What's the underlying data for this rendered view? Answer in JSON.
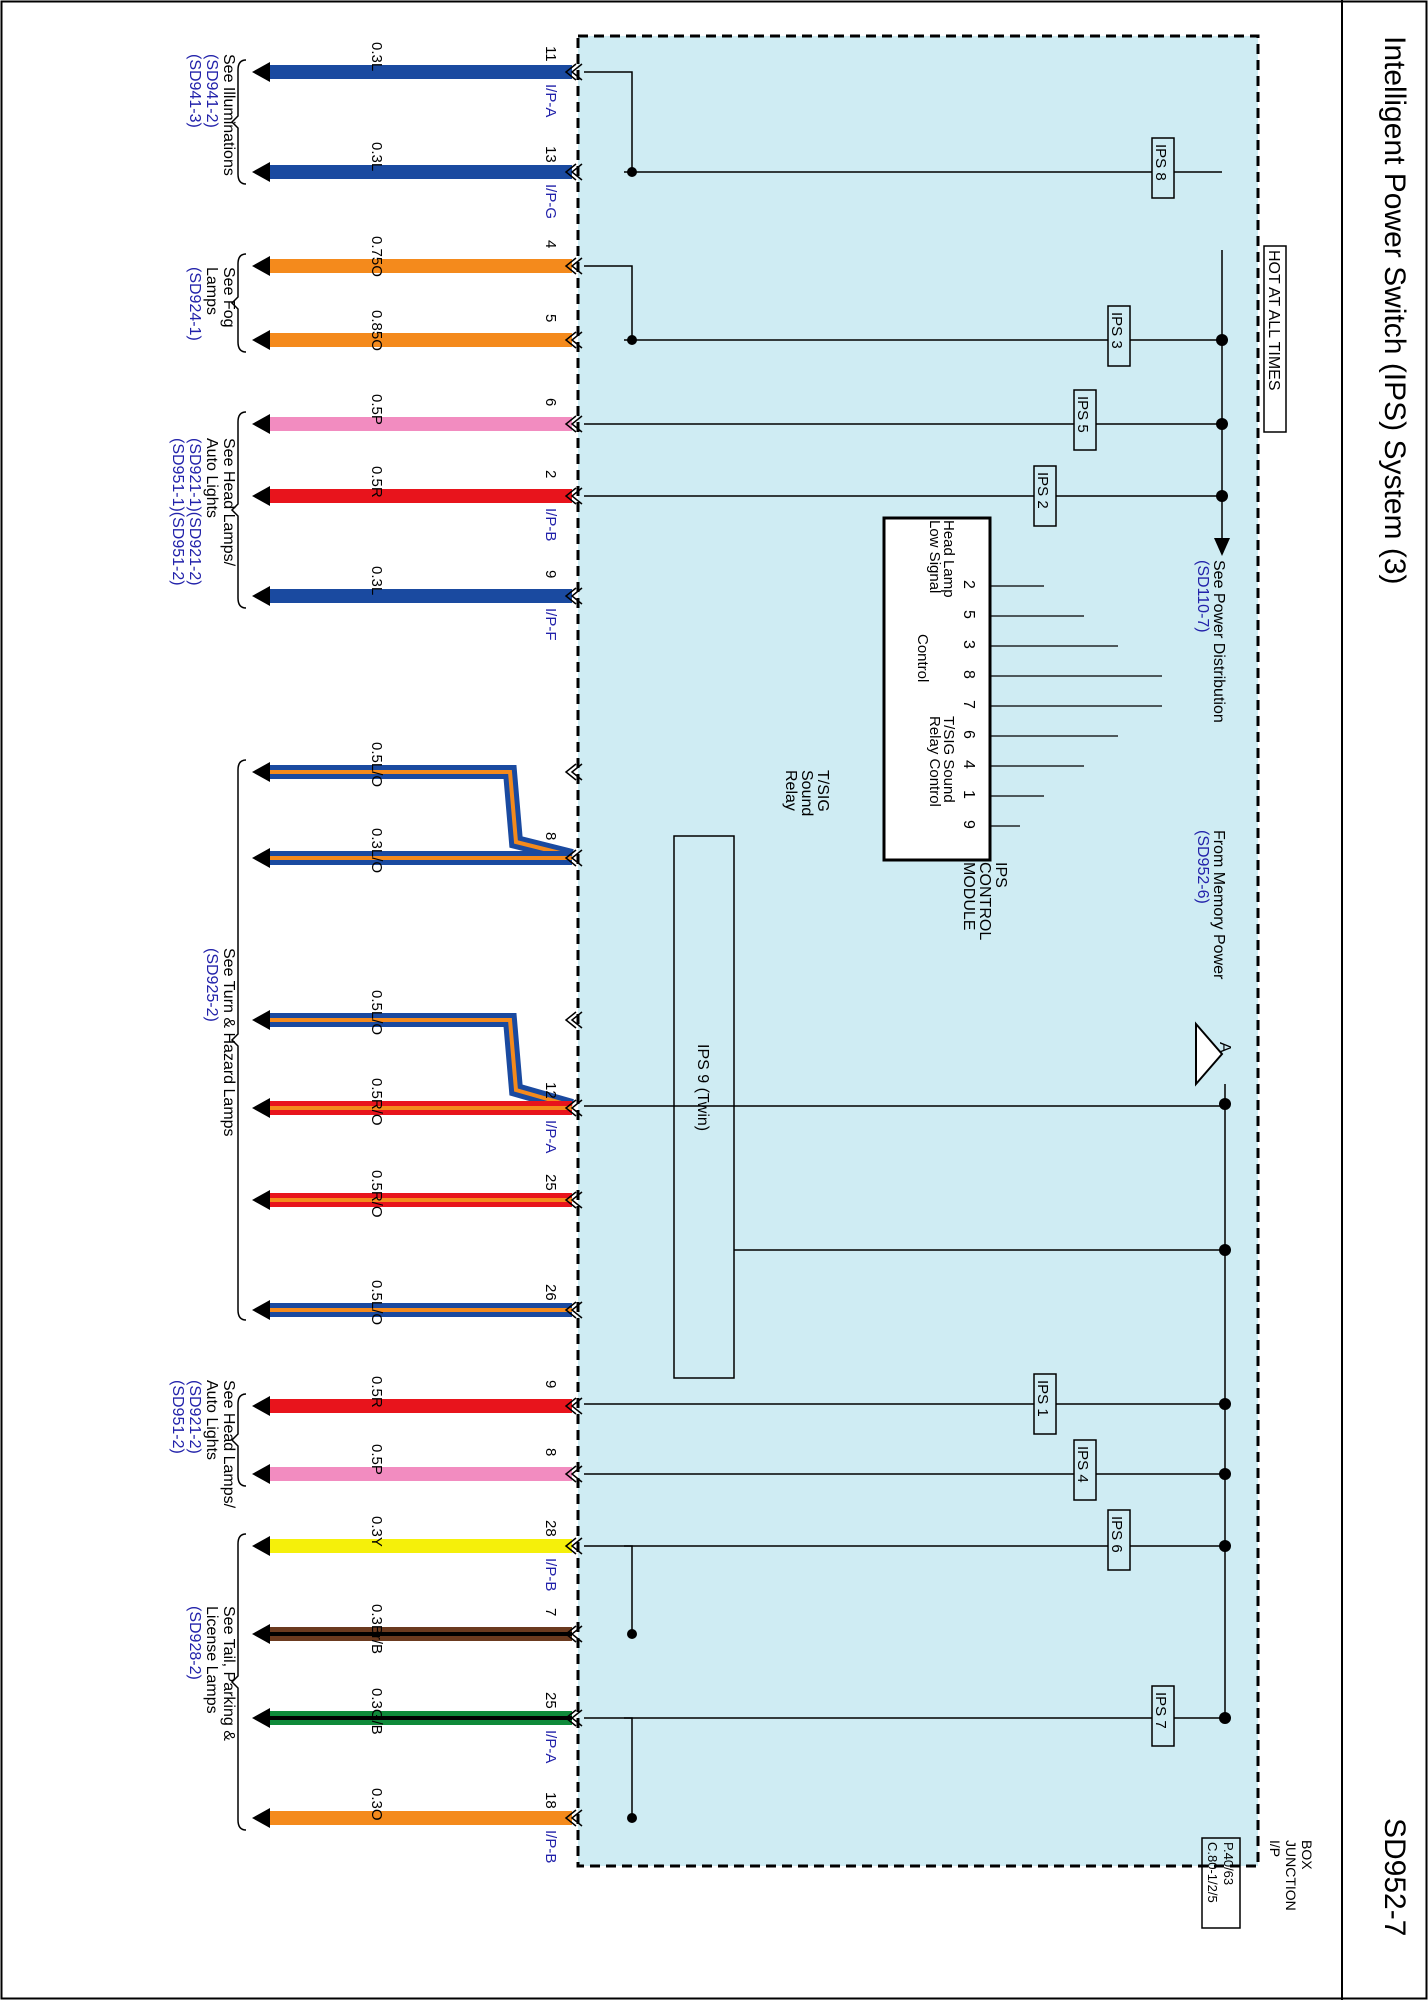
{
  "page": {
    "title": "Intelligent Power Switch (IPS) System (3)",
    "code": "SD952-7"
  },
  "junction_box": {
    "label": [
      "I/P",
      "JUNCTION",
      "BOX"
    ],
    "refs": [
      "P.40/63",
      "C.80-1/2/5"
    ]
  },
  "hot_label": "HOT AT ALL TIMES",
  "power_distribution": {
    "label": "See Power Distribution",
    "ref": "(SD110-7)"
  },
  "memory_power": {
    "label": "From Memory Power",
    "ref": "(SD952-6)",
    "connector": "A"
  },
  "module": {
    "name": [
      "IPS",
      "CONTROL",
      "MODULE"
    ],
    "pins": [
      "2",
      "5",
      "3",
      "8",
      "7",
      "6",
      "4",
      "1",
      "9"
    ],
    "group_labels": [
      "Head Lamp",
      "Low Signal",
      "Control",
      "T/SIG Sound",
      "Relay Control"
    ]
  },
  "relay": {
    "label": [
      "T/SIG",
      "Sound",
      "Relay"
    ]
  },
  "ips_blocks": [
    "IPS 8",
    "IPS 3",
    "IPS 5",
    "IPS 2",
    "IPS 1",
    "IPS 4",
    "IPS 6",
    "IPS 7"
  ],
  "ips9_label": "IPS 9 (Twin)",
  "wires": [
    {
      "size": "0.3L",
      "pin": "11",
      "conn": "I/P-A",
      "color": "#1a4aa0",
      "stripe": ""
    },
    {
      "size": "0.3L",
      "pin": "13",
      "conn": "I/P-G",
      "color": "#1a4aa0",
      "stripe": ""
    },
    {
      "size": "0.75O",
      "pin": "4",
      "conn": "",
      "color": "#f48a1c",
      "stripe": ""
    },
    {
      "size": "0.85O",
      "pin": "5",
      "conn": "",
      "color": "#f48a1c",
      "stripe": ""
    },
    {
      "size": "0.5P",
      "pin": "6",
      "conn": "",
      "color": "#f28cc0",
      "stripe": ""
    },
    {
      "size": "0.5R",
      "pin": "2",
      "conn": "I/P-B",
      "color": "#e8141c",
      "stripe": ""
    },
    {
      "size": "0.3L",
      "pin": "9",
      "conn": "I/P-F",
      "color": "#1a4aa0",
      "stripe": ""
    },
    {
      "size": "0.5L/O",
      "pin": "",
      "conn": "",
      "color": "#1a4aa0",
      "stripe": "#f48a1c"
    },
    {
      "size": "0.3L/O",
      "pin": "8",
      "conn": "",
      "color": "#1a4aa0",
      "stripe": "#f48a1c"
    },
    {
      "size": "0.5L/O",
      "pin": "",
      "conn": "",
      "color": "#1a4aa0",
      "stripe": "#f48a1c"
    },
    {
      "size": "0.5R/O",
      "pin": "12",
      "conn": "I/P-A",
      "color": "#e8141c",
      "stripe": "#f48a1c"
    },
    {
      "size": "0.5R/O",
      "pin": "25",
      "conn": "",
      "color": "#e8141c",
      "stripe": "#f48a1c"
    },
    {
      "size": "0.5L/O",
      "pin": "26",
      "conn": "",
      "color": "#1a4aa0",
      "stripe": "#f48a1c"
    },
    {
      "size": "0.5R",
      "pin": "9",
      "conn": "",
      "color": "#e8141c",
      "stripe": ""
    },
    {
      "size": "0.5P",
      "pin": "8",
      "conn": "",
      "color": "#f28cc0",
      "stripe": ""
    },
    {
      "size": "0.3Y",
      "pin": "28",
      "conn": "I/P-B",
      "color": "#f5f00a",
      "stripe": ""
    },
    {
      "size": "0.3Br/B",
      "pin": "7",
      "conn": "",
      "color": "#6b3a1f",
      "stripe": "#000000"
    },
    {
      "size": "0.3G/B",
      "pin": "25",
      "conn": "I/P-A",
      "color": "#0f8a3a",
      "stripe": "#000000"
    },
    {
      "size": "0.3O",
      "pin": "18",
      "conn": "I/P-B",
      "color": "#f48a1c",
      "stripe": ""
    }
  ],
  "references": [
    {
      "lines": [
        "See Illuminations"
      ],
      "refs": [
        "(SD941-2)",
        "(SD941-3)"
      ]
    },
    {
      "lines": [
        "See Fog",
        "Lamps"
      ],
      "refs": [
        "(SD924-1)"
      ]
    },
    {
      "lines": [
        "See Head Lamps/",
        "Auto Lights"
      ],
      "refs": [
        "(SD921-1)(SD921-2)",
        "(SD951-1)(SD951-2)"
      ]
    },
    {
      "lines": [
        "See Turn & Hazard Lamps"
      ],
      "refs": [
        "(SD925-2)"
      ]
    },
    {
      "lines": [
        "See Head Lamps/",
        "Auto Lights"
      ],
      "refs": [
        "(SD921-2)",
        "(SD951-2)"
      ]
    },
    {
      "lines": [
        "See Tail, Parking &",
        "License Lamps"
      ],
      "refs": [
        "(SD928-2)"
      ]
    }
  ],
  "colors": {
    "box_fill": "#cfecf3",
    "ref_text": "#2222aa"
  }
}
